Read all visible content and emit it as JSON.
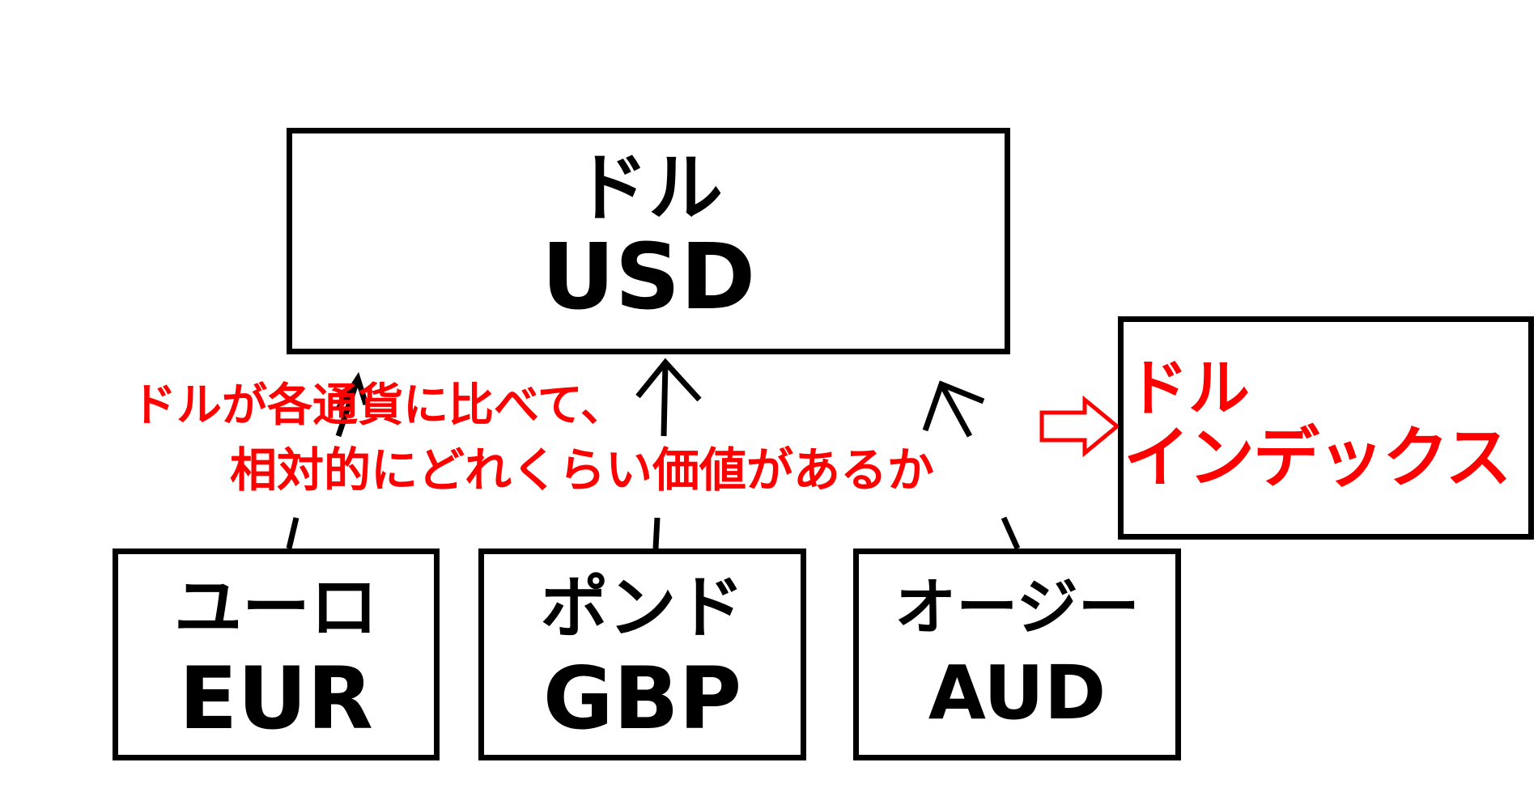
{
  "top": {
    "jp": "ドル",
    "en": "USD"
  },
  "bottom": [
    {
      "jp": "ユーロ",
      "en": "EUR"
    },
    {
      "jp": "ポンド",
      "en": "GBP"
    },
    {
      "jp": "オージー",
      "en": "AUD"
    }
  ],
  "caption": {
    "line1": "ドルが各通貨に比べて、",
    "line2": "相対的にどれくらい価値があるか"
  },
  "index": {
    "line1": "ドル",
    "line2": "インデックス"
  },
  "colors": {
    "accent": "#ff0000",
    "stroke": "#000000"
  }
}
